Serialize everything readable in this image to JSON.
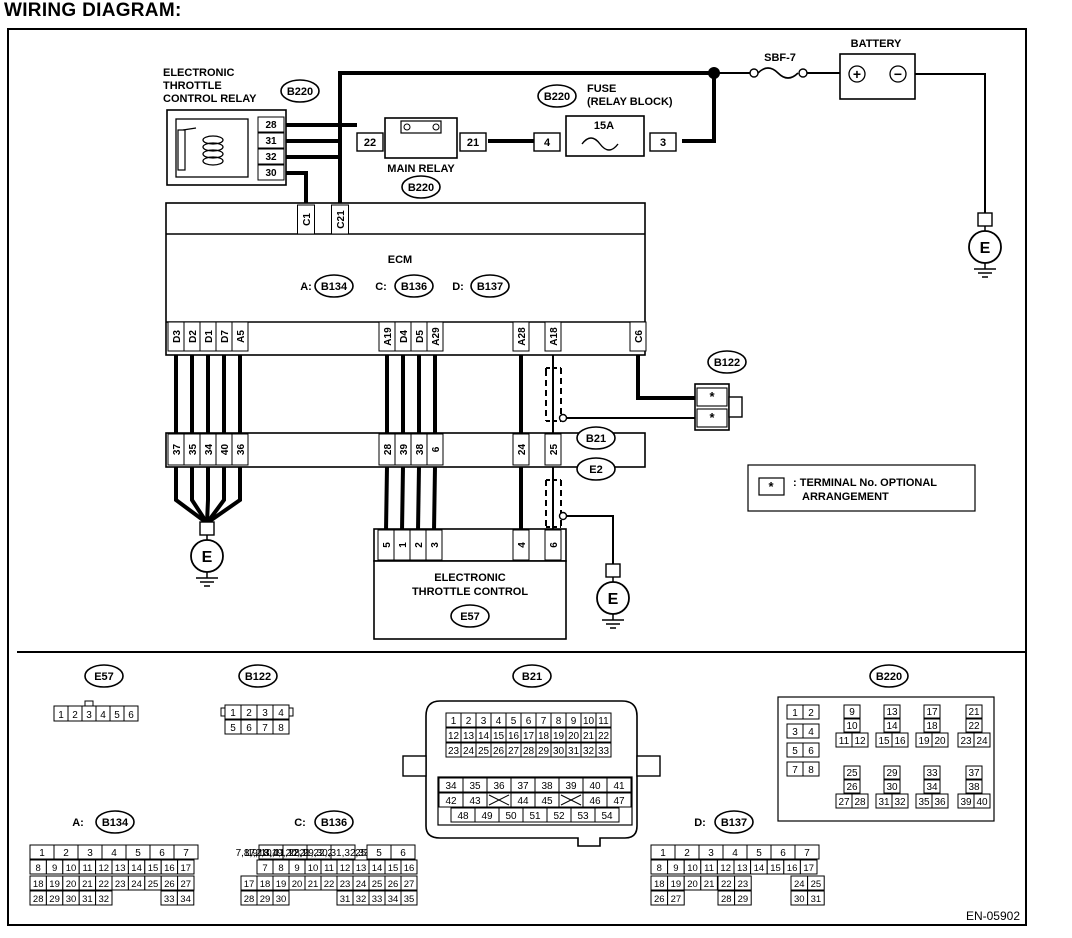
{
  "title": "WIRING DIAGRAM:",
  "doc_code": "EN-05902",
  "labels": {
    "etc_relay": [
      "ELECTRONIC",
      "THROTTLE",
      "CONTROL RELAY"
    ],
    "main_relay": "MAIN RELAY",
    "fuse": [
      "FUSE",
      "(RELAY BLOCK)"
    ],
    "fuse_rating": "15A",
    "sbf": "SBF-7",
    "battery": "BATTERY",
    "ecm": "ECM",
    "etc": [
      "ELECTRONIC",
      "THROTTLE CONTROL"
    ],
    "legend_star": "*",
    "legend_text": [
      ": TERMINAL No. OPTIONAL",
      "ARRANGEMENT"
    ],
    "ground": "E",
    "plus": "+",
    "minus": "−"
  },
  "connectors": {
    "b220": "B220",
    "b134": "B134",
    "b136": "B136",
    "b137": "B137",
    "b122": "B122",
    "b21": "B21",
    "e2": "E2",
    "e57": "E57"
  },
  "ecm_groups": {
    "a": "A:",
    "c": "C:",
    "d": "D:"
  },
  "relay_pins": [
    "28",
    "31",
    "32",
    "30"
  ],
  "main_relay_pins": [
    "22",
    "21"
  ],
  "fuse_pins": [
    "4",
    "3"
  ],
  "ecm_top_pins": [
    "C1",
    "C21"
  ],
  "ecm_bottom_left": [
    "D3",
    "D2",
    "D1",
    "D7",
    "A5"
  ],
  "ecm_bottom_mid": [
    "A19",
    "D4",
    "D5",
    "A29"
  ],
  "ecm_bottom_right": [
    "A28",
    "A18",
    "C6"
  ],
  "b21_left": [
    "37",
    "35",
    "34",
    "40",
    "36"
  ],
  "b21_mid": [
    "28",
    "39",
    "38",
    "6"
  ],
  "b21_right": [
    "24",
    "25"
  ],
  "b122_pins": [
    "*",
    "*"
  ],
  "etc_pins": [
    "5",
    "1",
    "2",
    "3",
    "4",
    "6"
  ],
  "face": {
    "e57": [
      "1",
      "2",
      "3",
      "4",
      "5",
      "6"
    ],
    "b122": [
      [
        "1",
        "2",
        "3",
        "4"
      ],
      [
        "5",
        "6",
        "7",
        "8"
      ]
    ],
    "b21": [
      [
        "1",
        "2",
        "3",
        "4",
        "5",
        "6",
        "7",
        "8",
        "9",
        "10",
        "11"
      ],
      [
        "12",
        "13",
        "14",
        "15",
        "16",
        "17",
        "18",
        "19",
        "20",
        "21",
        "22"
      ],
      [
        "23",
        "24",
        "25",
        "26",
        "27",
        "28",
        "29",
        "30",
        "31",
        "32",
        "33"
      ],
      [
        "34",
        "35",
        "36",
        "37",
        "38",
        "39",
        "40",
        "41"
      ],
      [
        "42",
        "43",
        "",
        "44",
        "45",
        "",
        "46",
        "47"
      ],
      [
        "48",
        "49",
        "50",
        "51",
        "52",
        "53",
        "54"
      ]
    ],
    "b220": [
      [
        [
          "1",
          "2"
        ],
        [
          "3",
          "4"
        ],
        [
          "5",
          "6"
        ],
        [
          "7",
          "8"
        ]
      ],
      [
        [
          "9"
        ],
        [
          "10"
        ],
        [
          "11",
          "12"
        ]
      ],
      [
        [
          "13"
        ],
        [
          "14"
        ],
        [
          "15",
          "16"
        ]
      ],
      [
        [
          "17"
        ],
        [
          "18"
        ],
        [
          "19",
          "20"
        ]
      ],
      [
        [
          "21"
        ],
        [
          "22"
        ],
        [
          "23",
          "24"
        ]
      ],
      [
        [
          "25"
        ],
        [
          "26"
        ],
        [
          "27",
          "28"
        ]
      ],
      [
        [
          "29"
        ],
        [
          "30"
        ],
        [
          "31",
          "32"
        ]
      ],
      [
        [
          "33"
        ],
        [
          "34"
        ],
        [
          "35",
          "36"
        ]
      ],
      [
        [
          "37"
        ],
        [
          "38"
        ],
        [
          "39",
          "40"
        ]
      ]
    ],
    "b134": [
      [
        "1",
        "2",
        "3",
        "4",
        "5",
        "6",
        "7"
      ],
      [
        "8",
        "9",
        "10",
        "11",
        "12",
        "13",
        "14",
        "15",
        "16",
        "17"
      ],
      [
        "18",
        "19",
        "20",
        "21",
        "22",
        "23",
        "24",
        "25",
        "26",
        "27"
      ],
      [
        "28",
        "29",
        "30",
        "31",
        "32",
        "33",
        "34"
      ]
    ],
    "b136": [
      [
        "1",
        "2",
        "3",
        "4",
        "5",
        "6"
      ],
      [
        "7",
        "8",
        "9",
        "10",
        "11",
        "12",
        "13",
        "14",
        "15",
        "16"
      ],
      [
        "17",
        "18",
        "19",
        "20",
        "21",
        "22",
        "23",
        "24",
        "25",
        "26",
        "27"
      ],
      [
        "28",
        "29",
        "30",
        "31",
        "32",
        "33",
        "34",
        "35"
      ]
    ],
    "b137": [
      [
        "1",
        "2",
        "3",
        "4",
        "5",
        "6",
        "7"
      ],
      [
        "8",
        "9",
        "10",
        "11",
        "12",
        "13",
        "14",
        "15",
        "16",
        "17"
      ],
      [
        "18",
        "19",
        "20",
        "21",
        "22",
        "23",
        "24",
        "25"
      ],
      [
        "26",
        "27",
        "28",
        "29",
        "30",
        "31"
      ]
    ]
  }
}
